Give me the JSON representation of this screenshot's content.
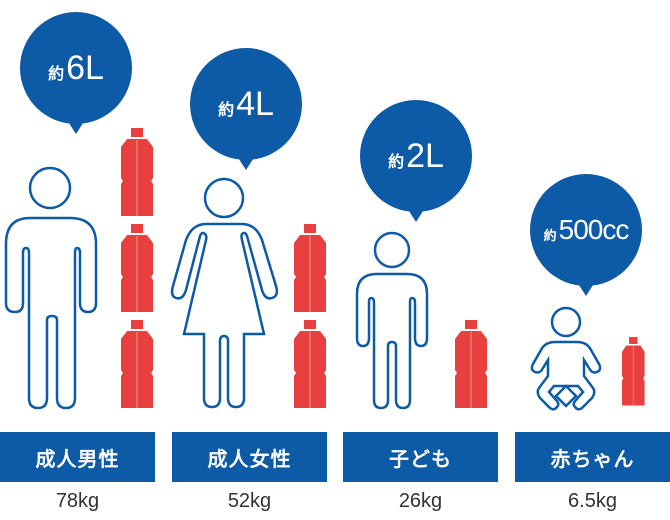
{
  "colors": {
    "accent_blue": "#0d5aa7",
    "bottle_red": "#e8403f",
    "text": "#333333"
  },
  "groups": [
    {
      "label": "成人男性",
      "weight": "78kg",
      "prefix": "約",
      "amount": "6L",
      "bottles": 3
    },
    {
      "label": "成人女性",
      "weight": "52kg",
      "prefix": "約",
      "amount": "4L",
      "bottles": 2
    },
    {
      "label": "子ども",
      "weight": "26kg",
      "prefix": "約",
      "amount": "2L",
      "bottles": 1
    },
    {
      "label": "赤ちゃん",
      "weight": "6.5kg",
      "prefix": "約",
      "amount": "500cc",
      "bottles": 1
    }
  ],
  "icons": [
    "man-icon",
    "woman-icon",
    "child-icon",
    "baby-icon",
    "bottle-icon"
  ]
}
